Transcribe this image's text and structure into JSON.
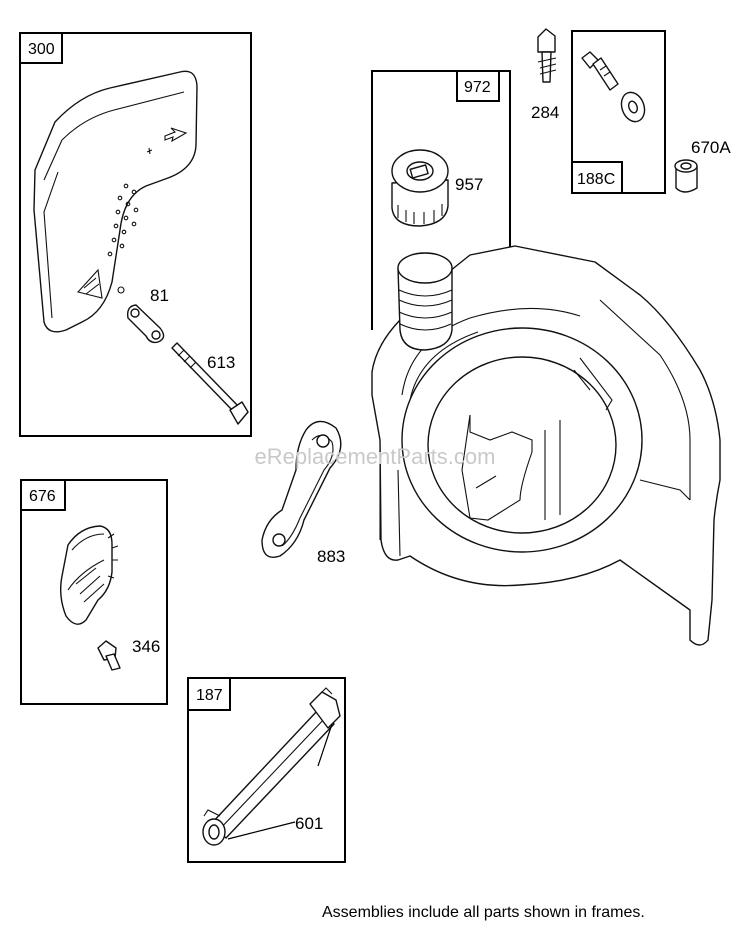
{
  "frames": {
    "f300": "300",
    "f972": "972",
    "f188c": "188C",
    "f676": "676",
    "f187": "187"
  },
  "parts": {
    "p81": "81",
    "p613": "613",
    "p957": "957",
    "p284": "284",
    "p670a": "670A",
    "p883": "883",
    "p346": "346",
    "p601": "601"
  },
  "watermark": "eReplacementParts.com",
  "footer_note": "Assemblies include all parts shown in frames."
}
